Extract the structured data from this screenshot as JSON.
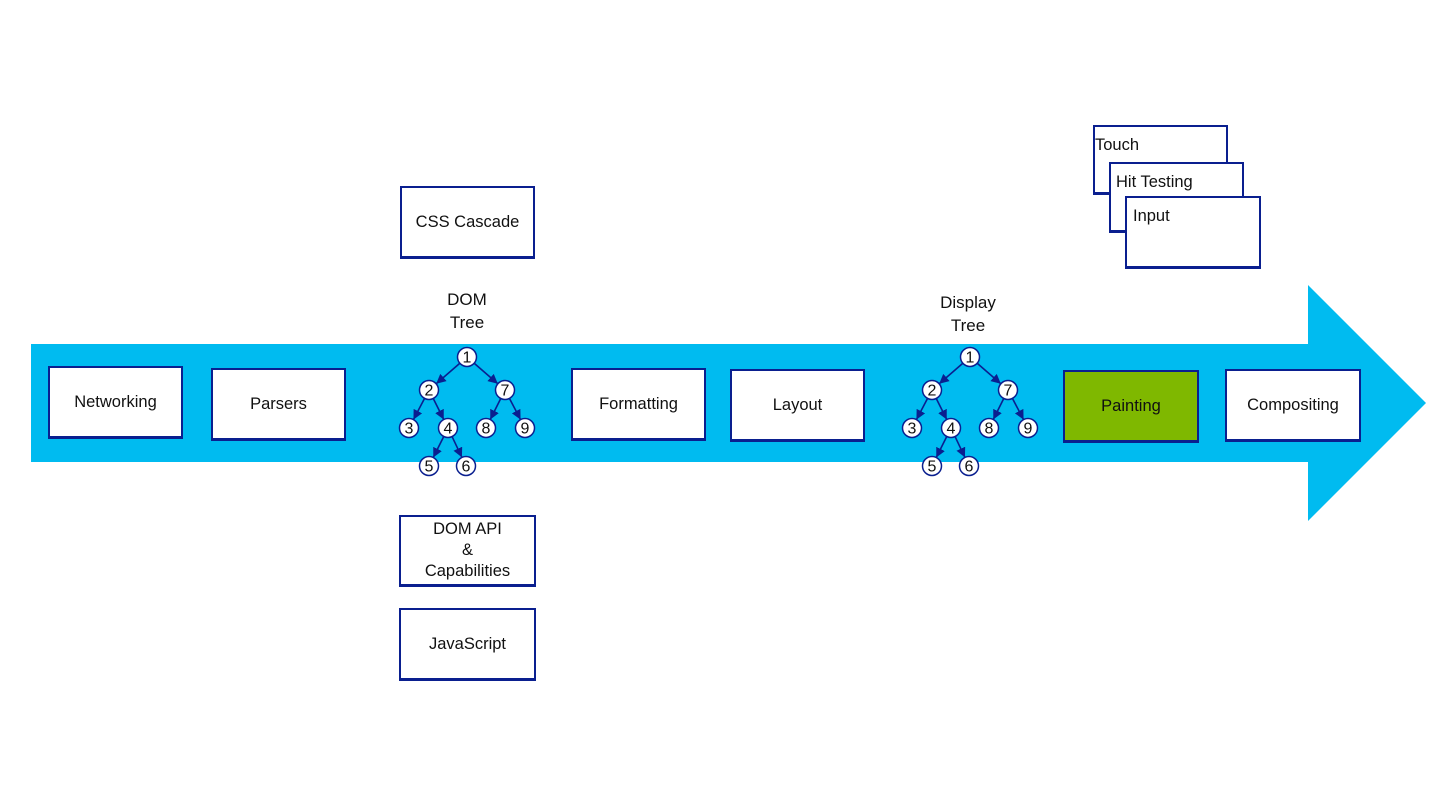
{
  "colors": {
    "arrow": "#00bbf0",
    "box_border": "#0a1f8f",
    "highlight": "#7fb800"
  },
  "pipeline": {
    "stages": [
      {
        "label": "Networking",
        "highlighted": false
      },
      {
        "label": "Parsers",
        "highlighted": false
      },
      {
        "label": "Formatting",
        "highlighted": false
      },
      {
        "label": "Layout",
        "highlighted": false
      },
      {
        "label": "Painting",
        "highlighted": true
      },
      {
        "label": "Compositing",
        "highlighted": false
      }
    ]
  },
  "dom_tree": {
    "title_line1": "DOM",
    "title_line2": "Tree",
    "nodes": [
      "1",
      "2",
      "3",
      "4",
      "5",
      "6",
      "7",
      "8",
      "9"
    ],
    "edges": [
      [
        "1",
        "2"
      ],
      [
        "1",
        "7"
      ],
      [
        "2",
        "3"
      ],
      [
        "2",
        "4"
      ],
      [
        "4",
        "5"
      ],
      [
        "4",
        "6"
      ],
      [
        "7",
        "8"
      ],
      [
        "7",
        "9"
      ]
    ]
  },
  "display_tree": {
    "title_line1": "Display",
    "title_line2": "Tree",
    "nodes": [
      "1",
      "2",
      "3",
      "4",
      "5",
      "6",
      "7",
      "8",
      "9"
    ],
    "edges": [
      [
        "1",
        "2"
      ],
      [
        "1",
        "7"
      ],
      [
        "2",
        "3"
      ],
      [
        "2",
        "4"
      ],
      [
        "4",
        "5"
      ],
      [
        "4",
        "6"
      ],
      [
        "7",
        "8"
      ],
      [
        "7",
        "9"
      ]
    ]
  },
  "css_cascade": {
    "label": "CSS Cascade"
  },
  "dom_api": {
    "line1": "DOM API",
    "line2": "&",
    "line3": "Capabilities"
  },
  "javascript": {
    "label": "JavaScript"
  },
  "input_stack": {
    "touch": "Touch",
    "hit_testing": "Hit Testing",
    "input": "Input"
  }
}
